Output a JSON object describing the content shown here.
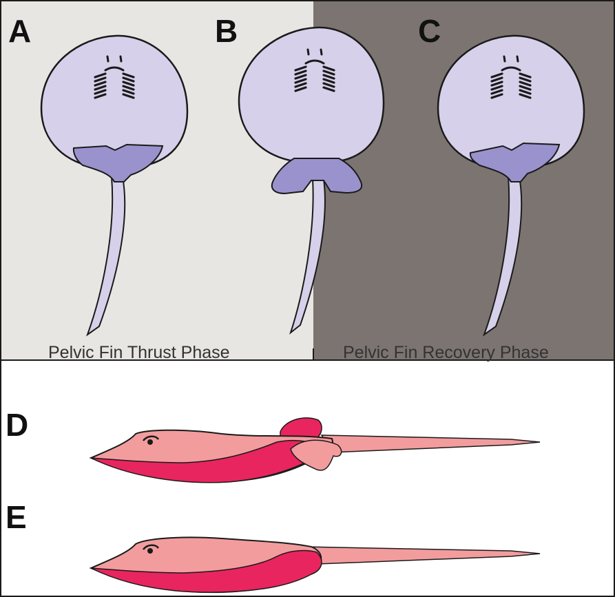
{
  "panels": {
    "a": {
      "letter": "A"
    },
    "b": {
      "letter": "B"
    },
    "c": {
      "letter": "C"
    },
    "d": {
      "letter": "D"
    },
    "e": {
      "letter": "E"
    }
  },
  "phases": {
    "thrust": {
      "label": "Pelvic Fin Thrust Phase"
    },
    "recovery": {
      "label": "Pelvic Fin Recovery Phase"
    }
  },
  "colors": {
    "thrust_background": "#e8e6e3",
    "recovery_background": "#7c7471",
    "ray_body": "#d7d0ea",
    "pelvic_fin": "#9a92cc",
    "lateral_body": "#f29c9e",
    "lateral_belly": "#e8255f",
    "outline": "#1a1a1a"
  }
}
